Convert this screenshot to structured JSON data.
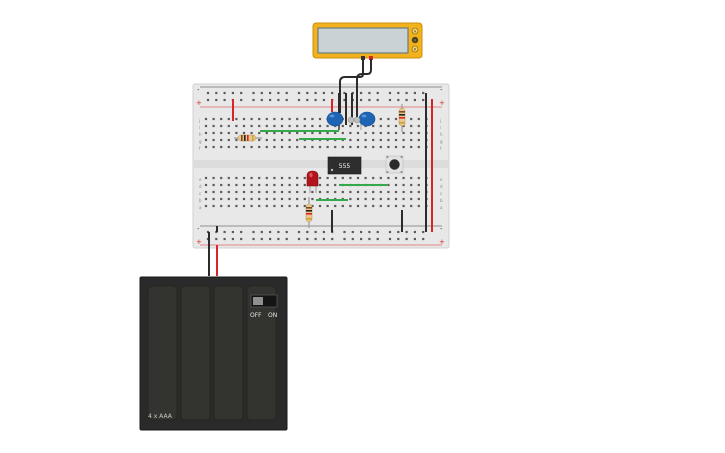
{
  "chip": {
    "label": "555"
  },
  "battery": {
    "label": "4 x AAA",
    "switch_off": "OFF",
    "switch_on": "ON",
    "state": "OFF"
  },
  "multimeter": {
    "display_value": "",
    "buttons": [
      "A",
      "V",
      "R"
    ]
  },
  "breadboard": {
    "row_letters_top": [
      "j",
      "i",
      "h",
      "g",
      "f"
    ],
    "row_letters_bottom": [
      "e",
      "d",
      "c",
      "b",
      "a"
    ],
    "columns": 30,
    "rail_plus": "+",
    "rail_minus": "-"
  },
  "colors": {
    "breadboard": "#e8e8e8",
    "multimeter_body": "#f2b21b",
    "battery_body": "#2a2a2a",
    "wire_red": "#d9252a",
    "wire_black": "#2b2b2b",
    "wire_green": "#35a84a",
    "led_red": "#b3141b",
    "capacitor_blue": "#1e64b4"
  }
}
